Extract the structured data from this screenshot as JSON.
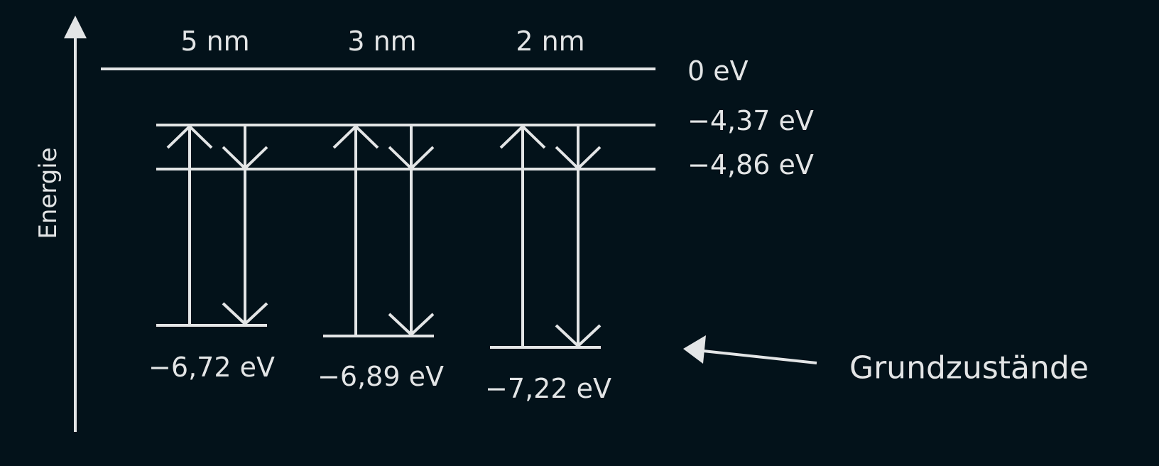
{
  "axis": {
    "label": "Energie"
  },
  "columns": [
    {
      "size": "5 nm",
      "ground": "−6,72 eV"
    },
    {
      "size": "3 nm",
      "ground": "−6,89 eV"
    },
    {
      "size": "2 nm",
      "ground": "−7,22 eV"
    }
  ],
  "levels": {
    "vacuum": "0 eV",
    "lumo": "−4,37 eV",
    "homo": "−4,86 eV"
  },
  "annotation": {
    "label": "Grundzustände"
  },
  "colors": {
    "background": "#03121a",
    "foreground": "#e3e5e6"
  }
}
